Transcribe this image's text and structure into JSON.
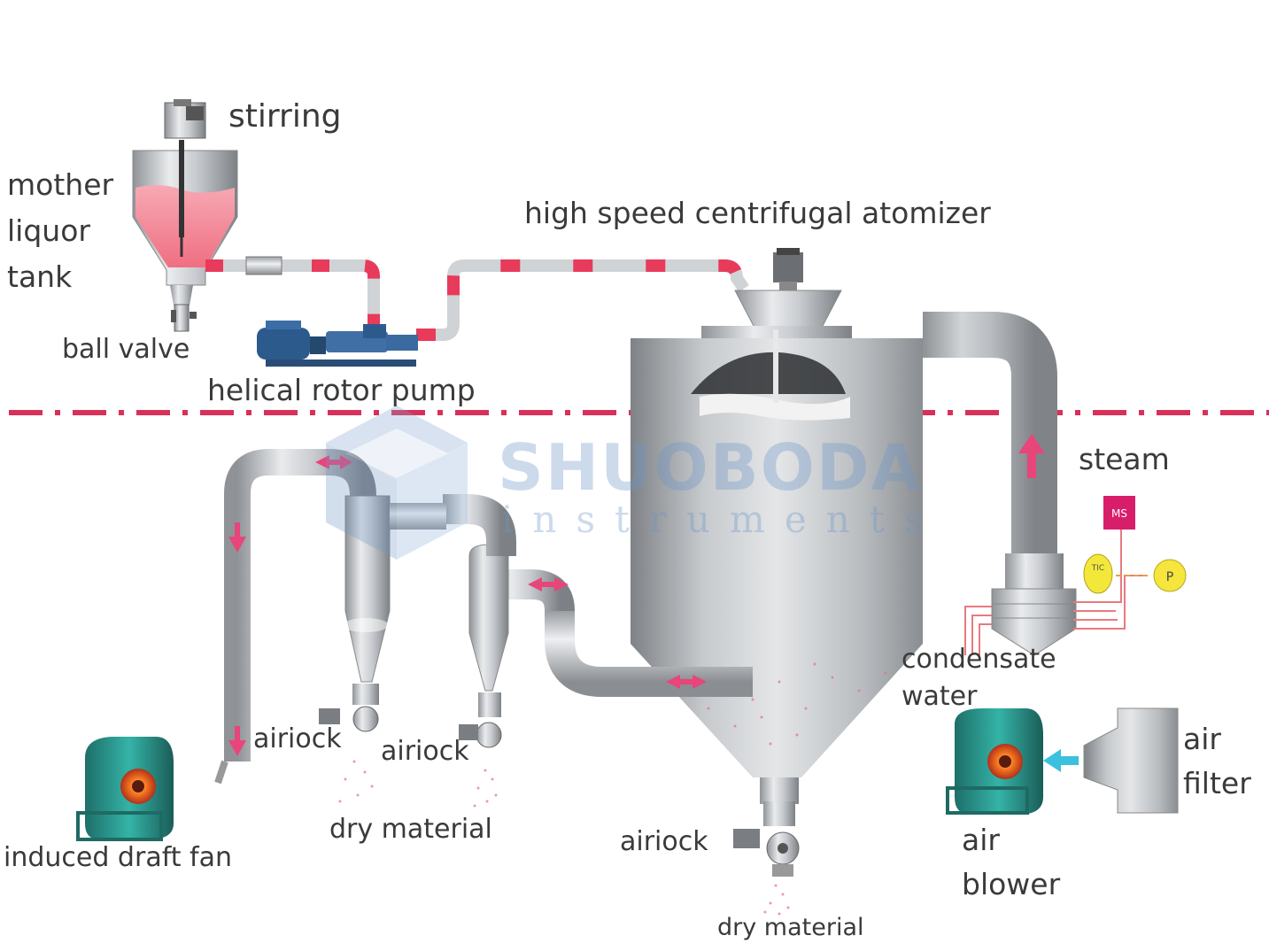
{
  "labels": {
    "stirring": "stirring",
    "tank_line1": "mother",
    "tank_line2": "liquor",
    "tank_line3": "tank",
    "ball_valve": "ball valve",
    "pump": "helical rotor pump",
    "atomizer": "high speed centrifugal atomizer",
    "steam": "steam",
    "condensate_line1": "condensate",
    "condensate_line2": "water",
    "air_filter_line1": "air",
    "air_filter_line2": "filter",
    "air_blower_line1": "air",
    "air_blower_line2": "blower",
    "induced_fan": "induced draft fan",
    "airlock_1": "airiock",
    "airlock_2": "airiock",
    "airlock_3": "airiock",
    "dry_material_1": "dry material",
    "dry_material_2": "dry material"
  },
  "instruments": {
    "ms": "MS",
    "tic": "TIC",
    "p": "P"
  },
  "watermark": {
    "brand": "SHUOBODA",
    "sub": "instruments"
  },
  "colors": {
    "feed_line": "#e83a5a",
    "divider": "#d8305a",
    "vessel": "#b8bcc0",
    "fan": "#2aa39a",
    "arrow": "#e8457a",
    "air_arrow": "#3cc0e0"
  }
}
